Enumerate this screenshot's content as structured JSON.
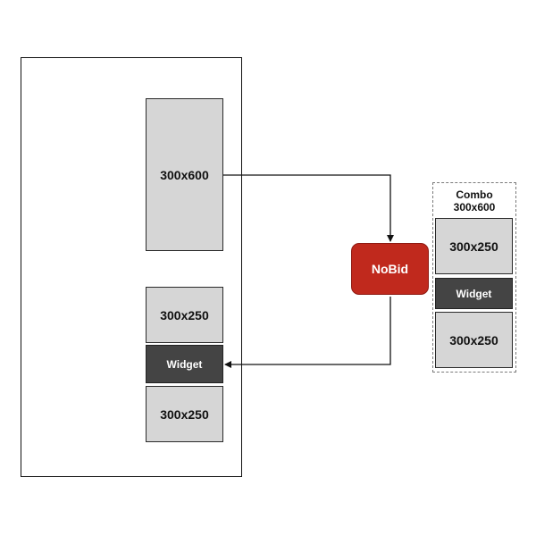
{
  "page": {
    "slot_top": "300x600",
    "slot_middle": "300x250",
    "widget": "Widget",
    "slot_bottom": "300x250"
  },
  "nobid": {
    "label": "NoBid"
  },
  "combo": {
    "title_line1": "Combo",
    "title_line2": "300x600",
    "slot_top": "300x250",
    "widget": "Widget",
    "slot_bottom": "300x250"
  },
  "colors": {
    "slot_fill": "#d6d6d6",
    "widget_fill": "#444444",
    "nobid_fill": "#c0291d",
    "combo_border": "#7a7a7a"
  }
}
